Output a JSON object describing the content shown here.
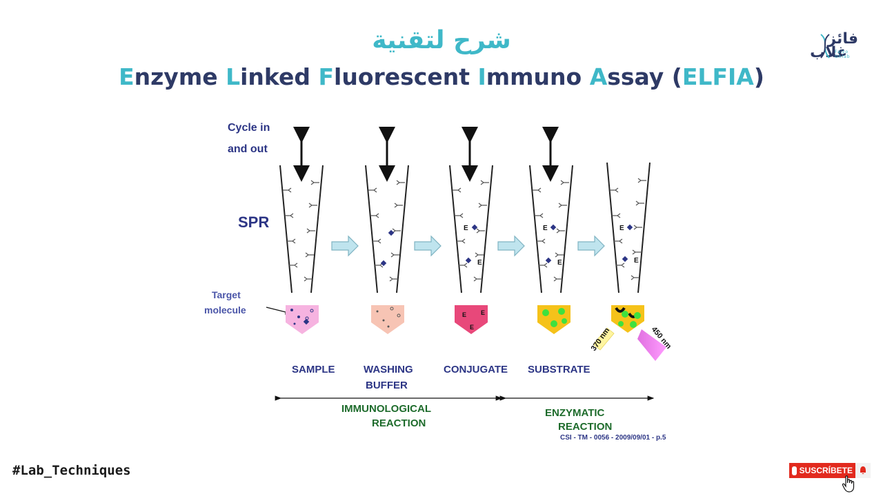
{
  "header": {
    "title_ar": "شرح لتقنية",
    "title_en_parts": [
      {
        "hl": "E",
        "rest": "nzyme "
      },
      {
        "hl": "L",
        "rest": "inked "
      },
      {
        "hl": "F",
        "rest": "luorescent "
      },
      {
        "hl": "I",
        "rest": "mmuno "
      },
      {
        "hl": "A",
        "rest": "ssay "
      }
    ],
    "title_en_paren_open": "(",
    "title_en_acronym": "ELFIA",
    "title_en_paren_close": ")"
  },
  "logo": {
    "ar_top": "فائز",
    "ar_bottom": "غلاب",
    "en_line1": "Faizo",
    "en_line2": "Ghlab"
  },
  "diagram": {
    "cycle_label_1": "Cycle in",
    "cycle_label_2": "and out",
    "spr_label": "SPR",
    "target_label_1": "Target",
    "target_label_2": "molecule",
    "step_labels": [
      "SAMPLE",
      "WASHING",
      "BUFFER",
      "CONJUGATE",
      "SUBSTRATE"
    ],
    "immuno_label_1": "IMMUNOLOGICAL",
    "immuno_label_2": "REACTION",
    "enzymatic_label_1": "ENZYMATIC",
    "enzymatic_label_2": "REACTION",
    "wavelength_in": "370 nm",
    "wavelength_out": "450 nm",
    "enzyme_letter": "E",
    "citation": "CSI - TM - 0056 - 2009/09/01 - p.5",
    "colors": {
      "sample": "#f6b3e0",
      "washing": "#f7c4b4",
      "conjugate": "#e8487a",
      "substrate": "#f5c21a",
      "fluor": "#3fe03f",
      "navy": "#2c3585",
      "green": "#1d6b2b"
    }
  },
  "footer": {
    "hashtag": "#Lab_Techniques",
    "subscribe": "SUSCRÍBETE"
  }
}
